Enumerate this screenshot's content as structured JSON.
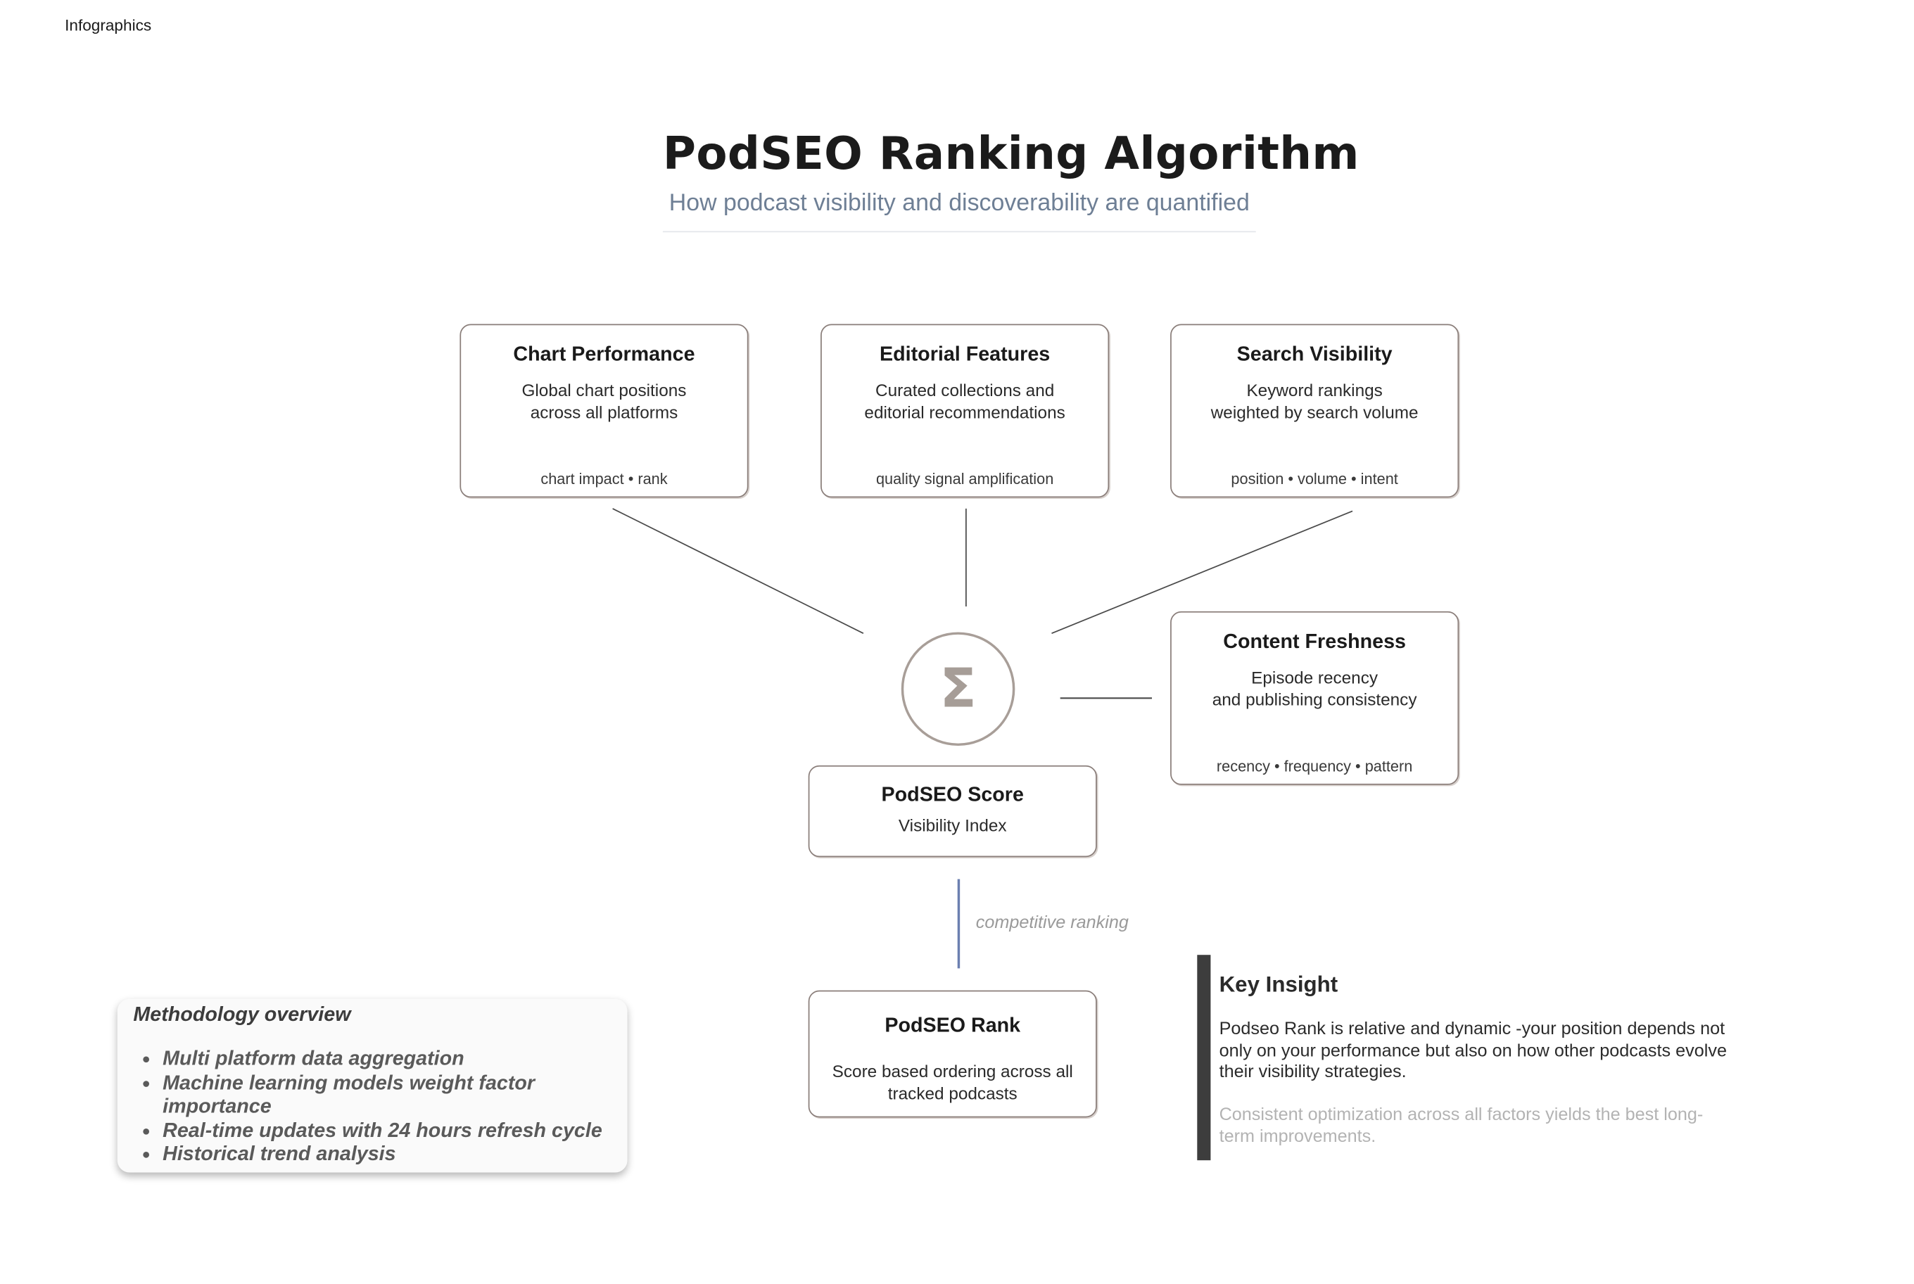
{
  "app": {
    "label": "Infographics"
  },
  "header": {
    "title": "PodSEO Ranking Algorithm",
    "subtitle": "How podcast visibility and discoverability are quantified"
  },
  "factors": [
    {
      "title": "Chart Performance",
      "desc_line1": "Global chart positions",
      "desc_line2": "across all platforms",
      "tags": "chart impact • rank"
    },
    {
      "title": "Editorial Features",
      "desc_line1": "Curated collections and",
      "desc_line2": "editorial recommendations",
      "tags": "quality signal amplification"
    },
    {
      "title": "Search Visibility",
      "desc_line1": "Keyword rankings",
      "desc_line2": "weighted by search volume",
      "tags": "position • volume • intent"
    },
    {
      "title": "Content Freshness",
      "desc_line1": "Episode recency",
      "desc_line2": "and publishing consistency",
      "tags": "recency • frequency • pattern"
    }
  ],
  "aggregator": {
    "symbol": "Σ",
    "icon": "sigma-icon"
  },
  "score": {
    "title": "PodSEO Score",
    "subtitle": "Visibility Index"
  },
  "edge": {
    "label": "competitive ranking"
  },
  "rank": {
    "title": "PodSEO Rank",
    "desc_line1": "Score based ordering across all",
    "desc_line2": "tracked podcasts"
  },
  "methodology": {
    "title": "Methodology overview",
    "items": [
      "Multi platform data aggregation",
      "Machine learning models weight factor importance",
      "Real-time updates with 24 hours refresh cycle",
      "Historical trend analysis"
    ]
  },
  "insight": {
    "title": "Key Insight",
    "body": "Podseo Rank is relative and dynamic -your position depends not only on your performance but also on how other podcasts evolve their visibility strategies.",
    "note": "Consistent optimization across all factors yields the best long-term improvements."
  },
  "colors": {
    "card_border": "#8a7e7a",
    "subtitle": "#6e7f95",
    "sigma": "#a69d97",
    "rank_connector": "#6b7fb0",
    "insight_bar": "#3d3d3d"
  }
}
